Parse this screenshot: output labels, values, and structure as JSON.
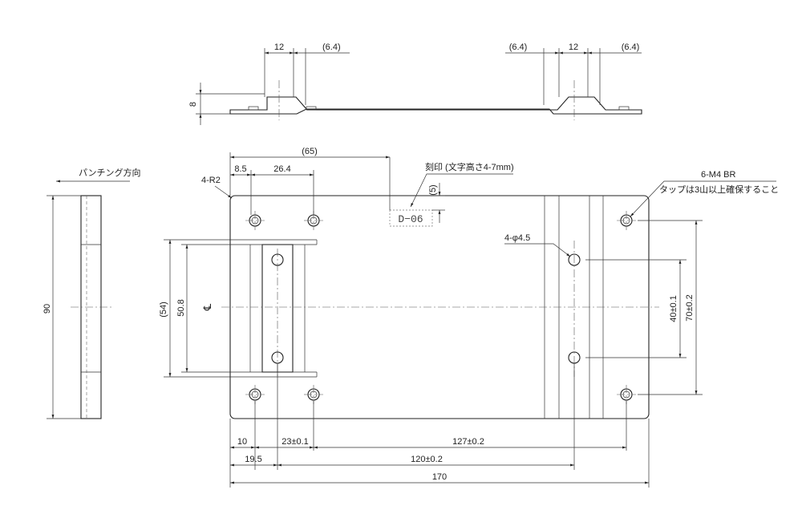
{
  "drawing": {
    "top_view": {
      "dim_width_left": "12",
      "dim_offset_left": "(6.4)",
      "dim_offset_mid": "(6.4)",
      "dim_width_right": "12",
      "dim_offset_right": "(6.4)",
      "dim_height": "8"
    },
    "side_view": {
      "punch_direction": "パンチング方向",
      "dim_height": "90"
    },
    "plan_view": {
      "dim_65": "(65)",
      "dim_8_5": "8.5",
      "dim_26_4": "26.4",
      "radius_note": "4-R2",
      "engrave_note": "刻印 (文字高さ4-7mm)",
      "engrave_offset": "(5)",
      "engrave_text": "D−06",
      "hole_note": "4-φ4.5",
      "thread_note": "6-M4 BR",
      "thread_sub_note": "タップは3山以上確保すること",
      "dim_54": "(54)",
      "dim_50_8": "50.8",
      "centerline_symbol": "℄",
      "dim_40": "40±0.1",
      "dim_70": "70±0.2",
      "dim_10": "10",
      "dim_23": "23±0.1",
      "dim_127": "127±0.2",
      "dim_19_5": "19.5",
      "dim_120": "120±0.2",
      "dim_170": "170"
    }
  }
}
